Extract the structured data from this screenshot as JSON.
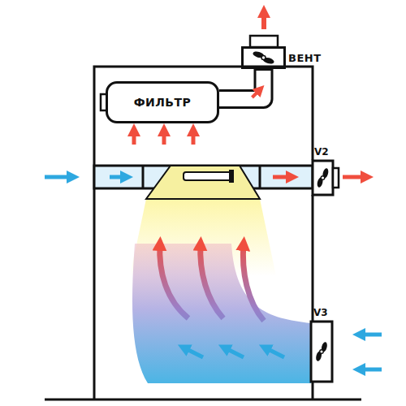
{
  "diagram": {
    "nodes": [
      {
        "text": [
          "ФИЛЬТР"
        ]
      },
      {
        "text": [
          "ВЕНТ"
        ]
      }
    ],
    "edges": [
      {
        "from": 0,
        "to": 1,
        "arrow": "to"
      }
    ],
    "labels": [
      "V2",
      "V3"
    ]
  }
}
